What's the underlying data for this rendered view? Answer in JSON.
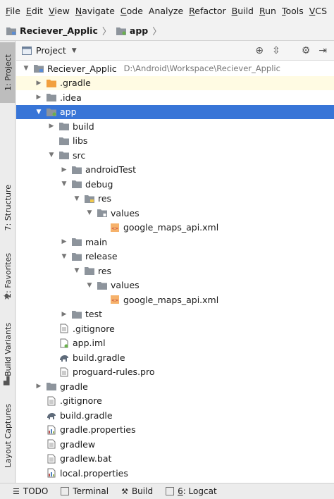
{
  "menubar": {
    "items": [
      {
        "key": "F",
        "rest": "ile"
      },
      {
        "key": "E",
        "rest": "dit"
      },
      {
        "key": "V",
        "rest": "iew"
      },
      {
        "key": "N",
        "rest": "avigate"
      },
      {
        "key": "C",
        "rest": "ode"
      },
      {
        "key": "",
        "rest": "Analyze"
      },
      {
        "key": "R",
        "rest": "efactor"
      },
      {
        "key": "B",
        "rest": "uild"
      },
      {
        "key": "R",
        "rest": "un"
      },
      {
        "key": "T",
        "rest": "ools"
      },
      {
        "key": "V",
        "rest": "CS"
      }
    ]
  },
  "breadcrumb": {
    "project": "Reciever_Applic",
    "module": "app"
  },
  "sidebar": {
    "project_tab": "1: Project",
    "structure_tab": "7: Structure",
    "favorites_tab": "2: Favorites",
    "build_variants_tab": "Build Variants",
    "layout_captures_tab": "Layout Captures"
  },
  "panel": {
    "title": "Project"
  },
  "tree": [
    {
      "label": "Reciever_Applic",
      "path": "D:\\Android\\Workspace\\Reciever_Applic",
      "depth": 0,
      "arrow": "open",
      "icon": "project-module-icon",
      "state": ""
    },
    {
      "label": ".gradle",
      "depth": 1,
      "arrow": "closed",
      "icon": "orange-folder-icon",
      "state": "hl"
    },
    {
      "label": ".idea",
      "depth": 1,
      "arrow": "closed",
      "icon": "folder-icon",
      "state": ""
    },
    {
      "label": "app",
      "depth": 1,
      "arrow": "open",
      "icon": "module-folder-icon",
      "state": "sel"
    },
    {
      "label": "build",
      "depth": 2,
      "arrow": "closed",
      "icon": "folder-icon",
      "state": ""
    },
    {
      "label": "libs",
      "depth": 2,
      "arrow": "none",
      "icon": "folder-icon",
      "state": ""
    },
    {
      "label": "src",
      "depth": 2,
      "arrow": "open",
      "icon": "folder-icon",
      "state": ""
    },
    {
      "label": "androidTest",
      "depth": 3,
      "arrow": "closed",
      "icon": "folder-icon",
      "state": ""
    },
    {
      "label": "debug",
      "depth": 3,
      "arrow": "open",
      "icon": "folder-icon",
      "state": ""
    },
    {
      "label": "res",
      "depth": 4,
      "arrow": "open",
      "icon": "res-folder-icon",
      "state": ""
    },
    {
      "label": "values",
      "depth": 5,
      "arrow": "open",
      "icon": "values-folder-icon",
      "state": ""
    },
    {
      "label": "google_maps_api.xml",
      "depth": 6,
      "arrow": "none",
      "icon": "xml-file-icon",
      "state": ""
    },
    {
      "label": "main",
      "depth": 3,
      "arrow": "closed",
      "icon": "folder-icon",
      "state": ""
    },
    {
      "label": "release",
      "depth": 3,
      "arrow": "open",
      "icon": "folder-icon",
      "state": ""
    },
    {
      "label": "res",
      "depth": 4,
      "arrow": "open",
      "icon": "folder-icon",
      "state": ""
    },
    {
      "label": "values",
      "depth": 5,
      "arrow": "open",
      "icon": "folder-icon",
      "state": ""
    },
    {
      "label": "google_maps_api.xml",
      "depth": 6,
      "arrow": "none",
      "icon": "xml-file-icon",
      "state": ""
    },
    {
      "label": "test",
      "depth": 3,
      "arrow": "closed",
      "icon": "folder-icon",
      "state": ""
    },
    {
      "label": ".gitignore",
      "depth": 2,
      "arrow": "none",
      "icon": "text-file-icon",
      "state": ""
    },
    {
      "label": "app.iml",
      "depth": 2,
      "arrow": "none",
      "icon": "iml-file-icon",
      "state": ""
    },
    {
      "label": "build.gradle",
      "depth": 2,
      "arrow": "none",
      "icon": "gradle-elephant-icon",
      "state": ""
    },
    {
      "label": "proguard-rules.pro",
      "depth": 2,
      "arrow": "none",
      "icon": "text-file-icon",
      "state": ""
    },
    {
      "label": "gradle",
      "depth": 1,
      "arrow": "closed",
      "icon": "folder-icon",
      "state": ""
    },
    {
      "label": ".gitignore",
      "depth": 1,
      "arrow": "none",
      "icon": "text-file-icon",
      "state": ""
    },
    {
      "label": "build.gradle",
      "depth": 1,
      "arrow": "none",
      "icon": "gradle-elephant-icon",
      "state": ""
    },
    {
      "label": "gradle.properties",
      "depth": 1,
      "arrow": "none",
      "icon": "properties-file-icon",
      "state": ""
    },
    {
      "label": "gradlew",
      "depth": 1,
      "arrow": "none",
      "icon": "text-file-icon",
      "state": ""
    },
    {
      "label": "gradlew.bat",
      "depth": 1,
      "arrow": "none",
      "icon": "text-file-icon",
      "state": ""
    },
    {
      "label": "local.properties",
      "depth": 1,
      "arrow": "none",
      "icon": "properties-file-icon",
      "state": ""
    }
  ],
  "bottom": {
    "todo": "TODO",
    "terminal": "Terminal",
    "build": "Build",
    "logcat_num": "6",
    "logcat_label": ": Logcat"
  },
  "colors": {
    "selection": "#3875d7",
    "highlight": "#fffbe3",
    "folder": "#8d949c",
    "orange": "#f2a03d"
  }
}
